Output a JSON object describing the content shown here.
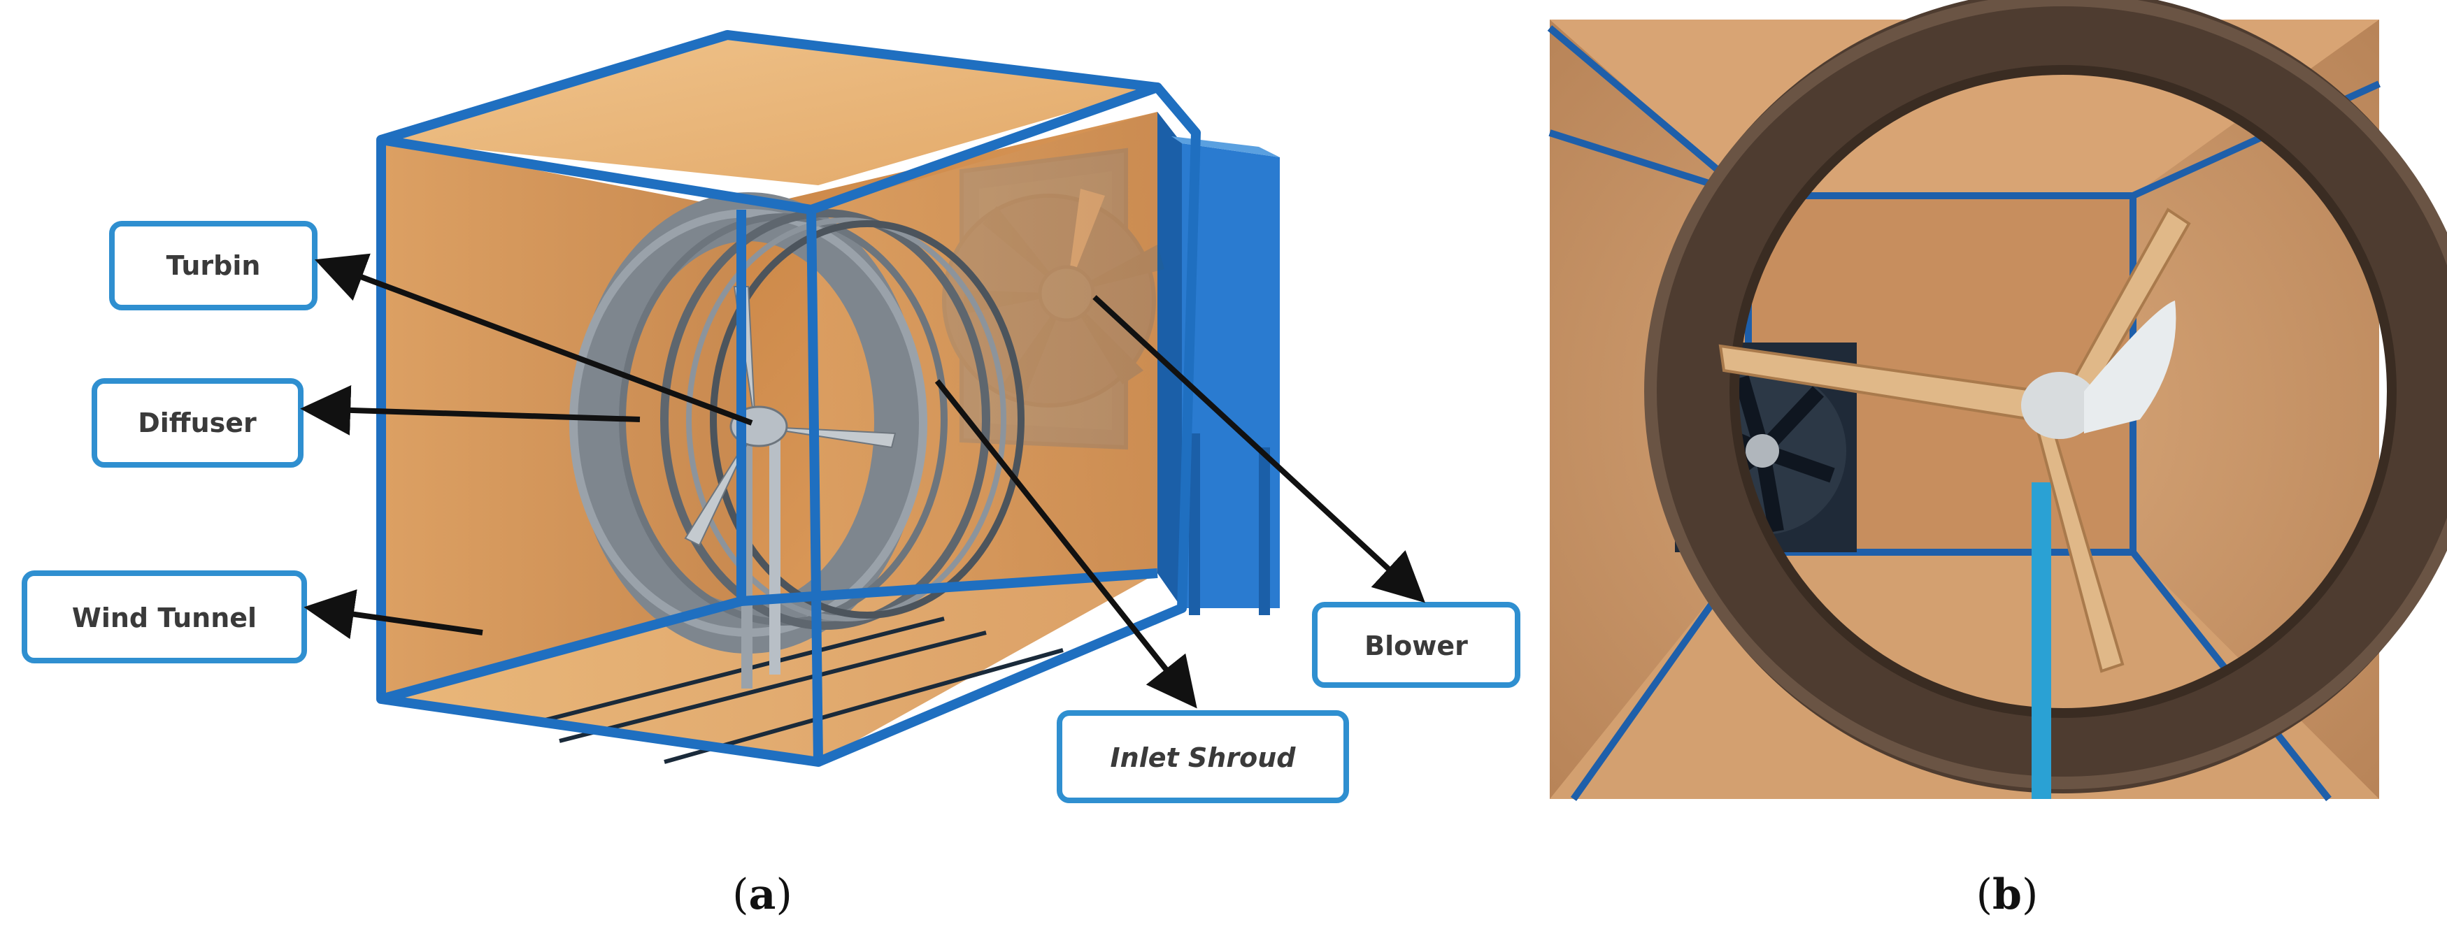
{
  "panel_a": {
    "labels": {
      "turbin": "Turbin",
      "diffuser": "Diffuser",
      "wind_tunnel": "Wind Tunnel",
      "inlet_shroud": "Inlet Shroud",
      "blower": "Blower"
    },
    "caption_letter": "a"
  },
  "panel_b": {
    "caption_letter": "b"
  },
  "colors": {
    "frame_blue": "#1f6fc0",
    "callout_border": "#2f8fd0",
    "wood": "#e6a868",
    "shroud_gray": "#8c949c",
    "shroud_brown": "#5a4638"
  }
}
